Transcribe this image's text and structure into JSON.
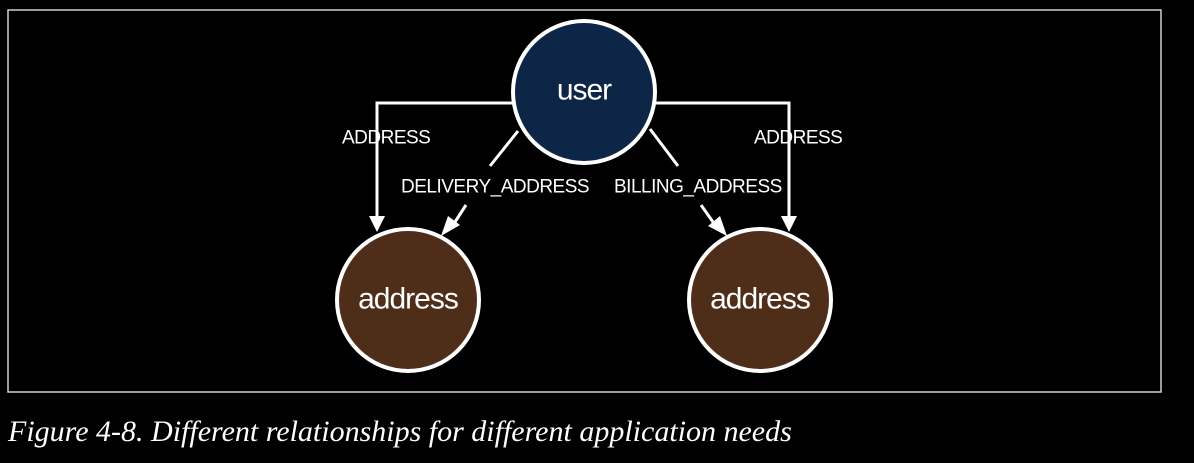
{
  "diagram": {
    "nodes": {
      "user": {
        "label": "user",
        "fill": "#0d2546"
      },
      "address_left": {
        "label": "address",
        "fill": "#4e2d19"
      },
      "address_right": {
        "label": "address",
        "fill": "#4e2d19"
      }
    },
    "edges": {
      "address_left": {
        "label": "ADDRESS"
      },
      "delivery_address": {
        "label": "DELIVERY_ADDRESS"
      },
      "billing_address": {
        "label": "BILLING_ADDRESS"
      },
      "address_right": {
        "label": "ADDRESS"
      }
    },
    "colors": {
      "background": "#000000",
      "stroke": "#ffffff"
    }
  },
  "caption": "Figure 4-8. Different relationships for different application needs"
}
